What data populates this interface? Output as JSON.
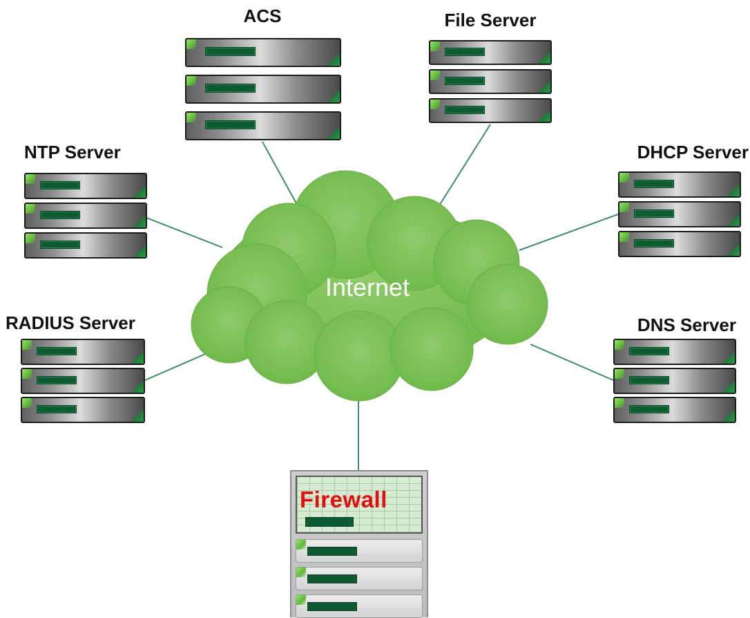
{
  "diagram": {
    "center_label": "Internet",
    "nodes": {
      "acs": {
        "label": "ACS"
      },
      "file_server": {
        "label": "File Server"
      },
      "ntp_server": {
        "label": "NTP Server"
      },
      "dhcp_server": {
        "label": "DHCP Server"
      },
      "radius_server": {
        "label": "RADIUS Server"
      },
      "dns_server": {
        "label": "DNS Server"
      },
      "firewall": {
        "label": "Firewall"
      }
    },
    "colors": {
      "cloud": "#7cc35a",
      "connector": "#3c8c64",
      "firewall_text": "#e01010",
      "server_light": "#0f5a32"
    }
  }
}
